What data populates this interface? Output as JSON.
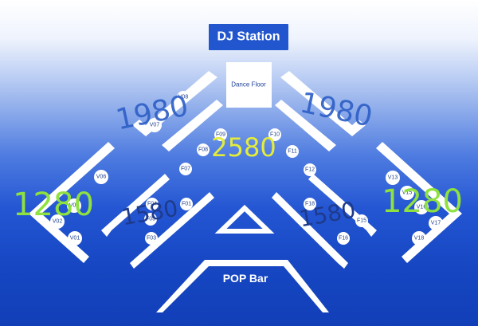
{
  "dj_station": {
    "label": "DJ Station"
  },
  "dance_floor": {
    "label": "Dance Floor"
  },
  "pop_bar": {
    "label": "POP Bar"
  },
  "prices": {
    "top_left": "1980",
    "top_right": "1980",
    "center": "2580",
    "mid_left": "1280",
    "mid_right": "1280",
    "lower_left": "1580",
    "lower_right": "1580"
  },
  "tables": {
    "v01": "V01",
    "v02": "V02",
    "v03": "V03",
    "v06": "V06",
    "v07": "V07",
    "v08": "V08",
    "v13": "V13",
    "v15": "V15",
    "v16": "V16",
    "v17": "V17",
    "v18": "V18",
    "f01": "F01",
    "f03": "F03",
    "f04": "F04",
    "f05": "F05",
    "f07": "F07",
    "f08": "F08",
    "f09": "F09",
    "f10": "F10",
    "f11": "F11",
    "f12": "F12",
    "f15": "F15",
    "f16": "F16",
    "f18": "F18"
  },
  "colors": {
    "dj_fill": "#2156cf",
    "price_blue": "#2f5fc6",
    "price_dark": "#1e3a8a",
    "price_yellow": "#e4ec3a",
    "price_green": "#8fe13f",
    "table_text": "#1f3f8c"
  }
}
